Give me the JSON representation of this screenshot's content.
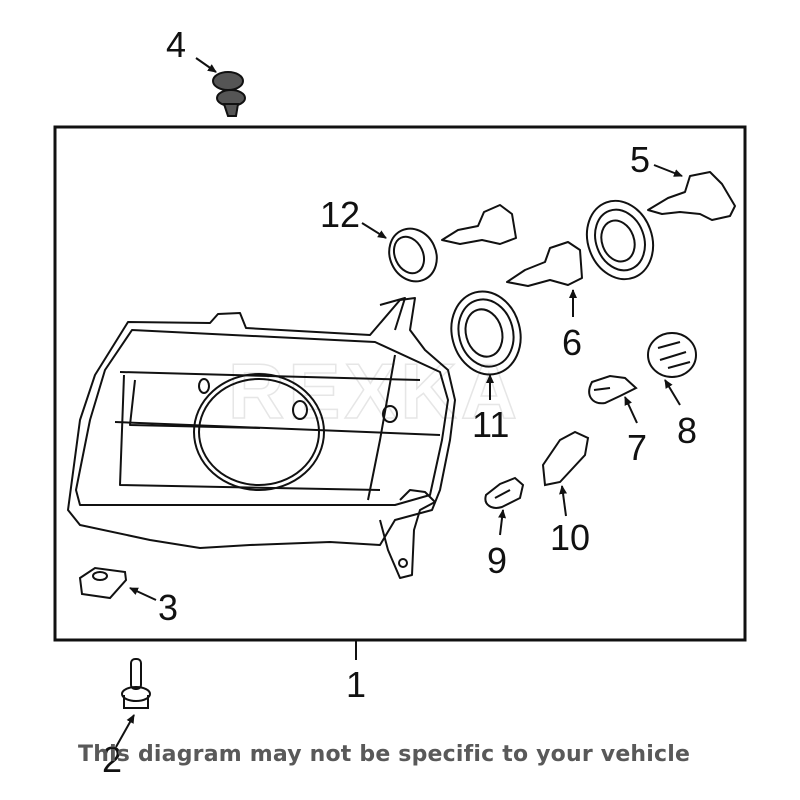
{
  "diagram": {
    "title": "Headlamp assembly parts diagram",
    "watermark": "REXKA",
    "disclaimer": "This diagram may not be specific to your vehicle",
    "callouts": [
      {
        "id": "1",
        "label": "1",
        "part": "headlamp-assembly"
      },
      {
        "id": "2",
        "label": "2",
        "part": "bolt"
      },
      {
        "id": "3",
        "label": "3",
        "part": "clip-nut"
      },
      {
        "id": "4",
        "label": "4",
        "part": "push-clip"
      },
      {
        "id": "5",
        "label": "5",
        "part": "high-beam-bulb"
      },
      {
        "id": "6",
        "label": "6",
        "part": "low-beam-bulb"
      },
      {
        "id": "7",
        "label": "7",
        "part": "turn-signal-bulb"
      },
      {
        "id": "8",
        "label": "8",
        "part": "bulb-socket"
      },
      {
        "id": "9",
        "label": "9",
        "part": "side-marker-bulb"
      },
      {
        "id": "10",
        "label": "10",
        "part": "marker-socket"
      },
      {
        "id": "11",
        "label": "11",
        "part": "dust-cover"
      },
      {
        "id": "12",
        "label": "12",
        "part": "seal"
      }
    ]
  }
}
